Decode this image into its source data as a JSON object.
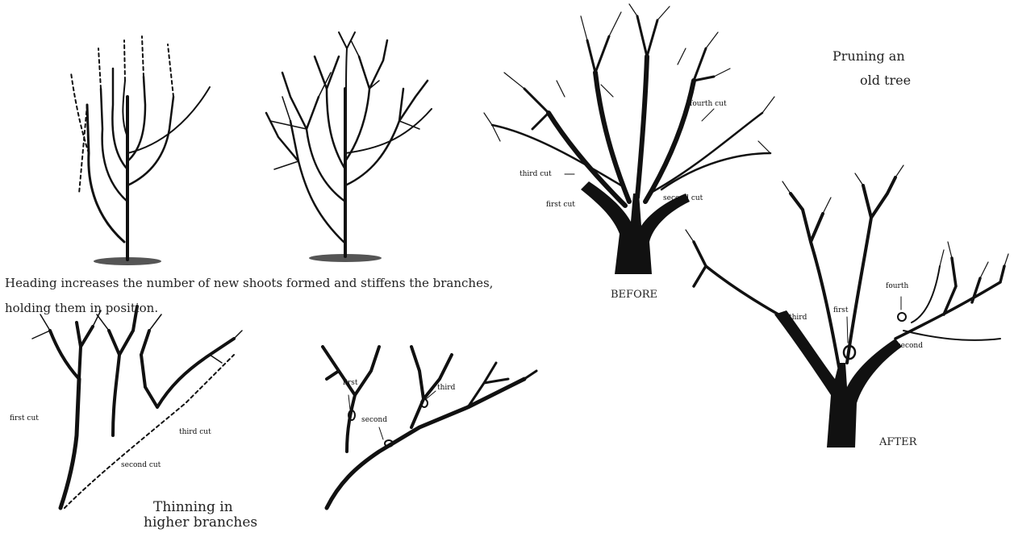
{
  "heading_caption": {
    "line1": "Heading increases the number of new shoots formed and stiffens the branches,",
    "line2": "holding them in position."
  },
  "thinning_caption": {
    "line1": "Thinning in",
    "line2": "higher branches"
  },
  "thinning_left_labels": {
    "first_cut": "first cut",
    "third_cut": "third cut",
    "second_cut": "second cut"
  },
  "thinning_right_labels": {
    "first": "first",
    "second": "second",
    "third": "third"
  },
  "old_tree_caption": {
    "line1": "Pruning an",
    "line2": "old tree"
  },
  "before_labels": {
    "title": "BEFORE",
    "fourth_cut": "fourth cut",
    "third_cut": "third cut",
    "second_cut": "second cut",
    "first_cut": "first cut"
  },
  "after_labels": {
    "title": "AFTER",
    "first": "first",
    "third": "third",
    "fourth": "fourth",
    "second": "second"
  }
}
